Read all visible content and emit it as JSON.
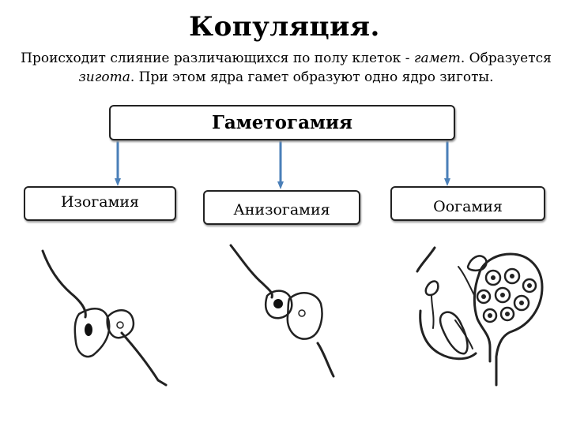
{
  "title": "Копуляция.",
  "intro": {
    "part1": "Происходит слияние различающихся по полу клеток - ",
    "gametes": "гамет",
    "part2": ". Образуется ",
    "zygote": "зигота",
    "part3": ". При этом ядра гамет образуют одно ядро зиготы."
  },
  "diagram": {
    "root": "Гаметогамия",
    "children": [
      "Изогамия",
      "Анизогамия",
      "Оогамия"
    ]
  },
  "colors": {
    "arrow": "#4a7fb8",
    "stroke": "#222222"
  }
}
